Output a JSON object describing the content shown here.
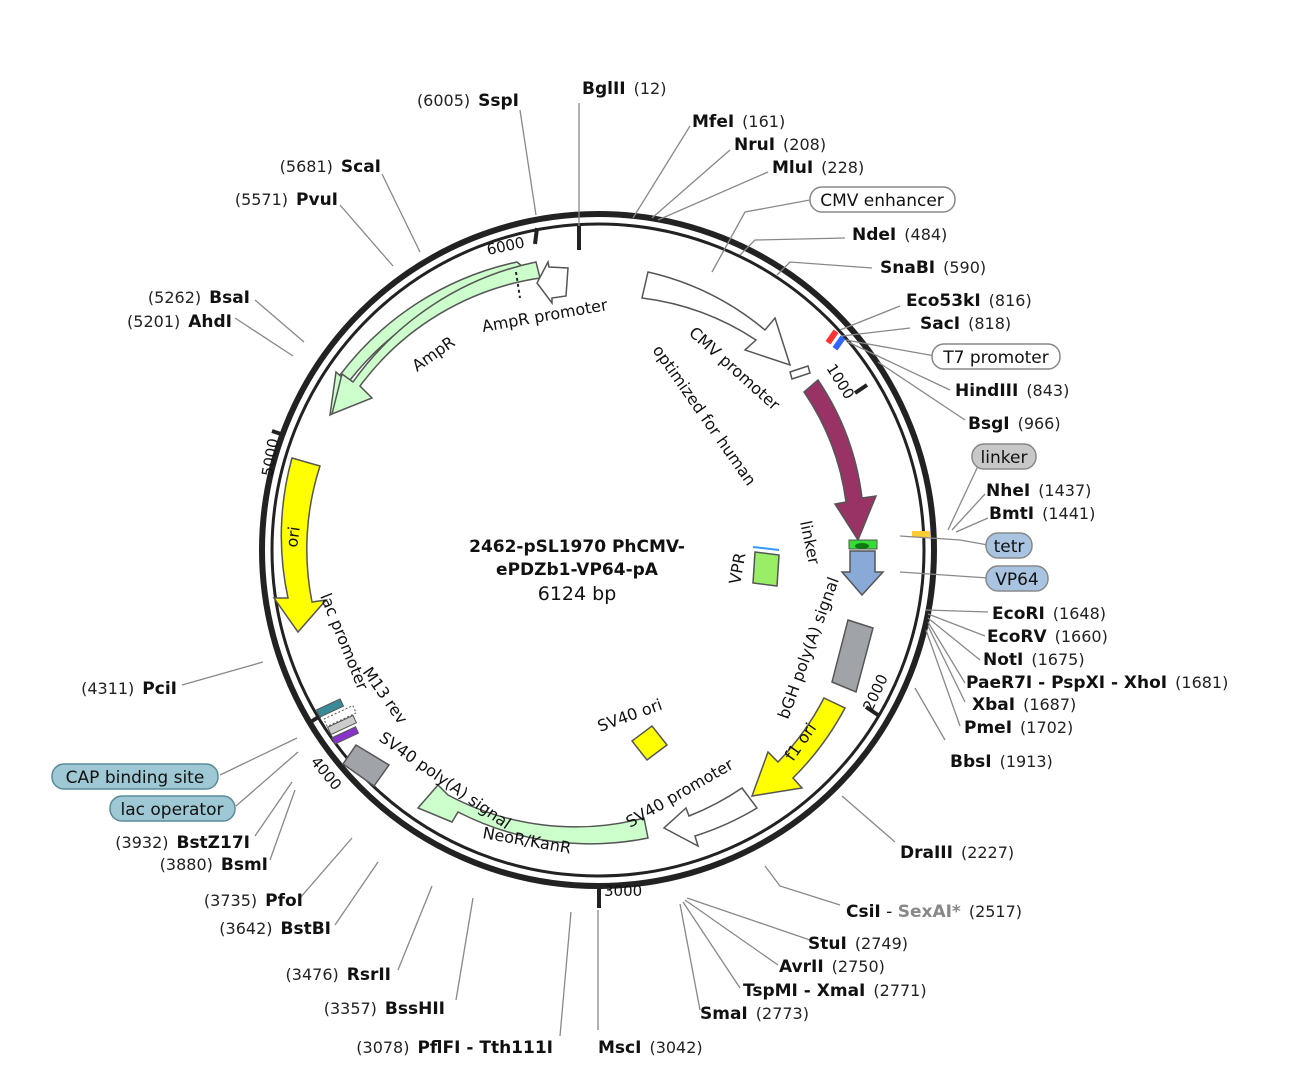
{
  "plasmid": {
    "name_line1": "2462-pSL1970 PhCMV-",
    "name_line2": "ePDZb1-VP64-pA",
    "size": "6124 bp"
  },
  "ticks": [
    "1000",
    "2000",
    "3000",
    "4000",
    "5000",
    "6000"
  ],
  "sites_right": [
    {
      "name": "BglII",
      "pos": "(12)"
    },
    {
      "name": "MfeI",
      "pos": "(161)"
    },
    {
      "name": "NruI",
      "pos": "(208)"
    },
    {
      "name": "MluI",
      "pos": "(228)"
    },
    {
      "name": "NdeI",
      "pos": "(484)"
    },
    {
      "name": "SnaBI",
      "pos": "(590)"
    },
    {
      "name": "Eco53kI",
      "pos": "(816)"
    },
    {
      "name": "SacI",
      "pos": "(818)"
    },
    {
      "name": "HindIII",
      "pos": "(843)"
    },
    {
      "name": "BsgI",
      "pos": "(966)"
    },
    {
      "name": "NheI",
      "pos": "(1437)"
    },
    {
      "name": "BmtI",
      "pos": "(1441)"
    },
    {
      "name": "EcoRI",
      "pos": "(1648)"
    },
    {
      "name": "EcoRV",
      "pos": "(1660)"
    },
    {
      "name": "NotI",
      "pos": "(1675)"
    },
    {
      "name": "PaeR7I - PspXI - XhoI",
      "pos": "(1681)"
    },
    {
      "name": "XbaI",
      "pos": "(1687)"
    },
    {
      "name": "PmeI",
      "pos": "(1702)"
    },
    {
      "name": "BbsI",
      "pos": "(1913)"
    },
    {
      "name": "DraIII",
      "pos": "(2227)"
    },
    {
      "name": "CsiI",
      "sep": " - ",
      "name2": "SexAI*",
      "pos": "(2517)"
    },
    {
      "name": "StuI",
      "pos": "(2749)"
    },
    {
      "name": "AvrII",
      "pos": "(2750)"
    },
    {
      "name": "TspMI - XmaI",
      "pos": "(2771)"
    },
    {
      "name": "SmaI",
      "pos": "(2773)"
    },
    {
      "name": "MscI",
      "pos": "(3042)"
    }
  ],
  "sites_left": [
    {
      "name": "SspI",
      "pos": "(6005)"
    },
    {
      "name": "ScaI",
      "pos": "(5681)"
    },
    {
      "name": "PvuI",
      "pos": "(5571)"
    },
    {
      "name": "BsaI",
      "pos": "(5262)"
    },
    {
      "name": "AhdI",
      "pos": "(5201)"
    },
    {
      "name": "PciI",
      "pos": "(4311)"
    },
    {
      "name": "BstZ17I",
      "pos": "(3932)"
    },
    {
      "name": "BsmI",
      "pos": "(3880)"
    },
    {
      "name": "PfoI",
      "pos": "(3735)"
    },
    {
      "name": "BstBI",
      "pos": "(3642)"
    },
    {
      "name": "RsrII",
      "pos": "(3476)"
    },
    {
      "name": "BssHII",
      "pos": "(3357)"
    },
    {
      "name": "PflFI - Tth111I",
      "pos": "(3078)"
    }
  ],
  "boxed_features": {
    "cmv_enhancer": "CMV enhancer",
    "t7_promoter": "T7 promoter",
    "linker": "linker",
    "tetr": "tetr",
    "vp64": "VP64",
    "cap_site": "CAP binding site",
    "lac_operator": "lac operator"
  },
  "features": {
    "ampr_promoter": "AmpR promoter",
    "ampr": "AmpR",
    "cmv_promoter": "CMV promoter",
    "optimized": "optimized for human",
    "linker_inner": "linker",
    "vpr": "VPR",
    "bgh": "bGH poly(A) signal",
    "f1ori": "f1 ori",
    "sv40_promoter": "SV40 promoter",
    "neor": "NeoR/KanR",
    "sv40_polya": "SV40 poly(A) signal",
    "sv40_ori": "SV40 ori",
    "m13rev": "M13 rev",
    "lac_promoter": "lac promoter",
    "ori": "ori"
  },
  "colors": {
    "backbone": "#222222",
    "ampr_fill": "#ccffcc",
    "cmv_arrow": "#993366",
    "vp64_fill": "#89a9d6",
    "grey_box": "#a0a4a8",
    "yellow": "#ffff00",
    "green_box": "#99ee66",
    "box_blue": "#a9c4e0",
    "box_teal": "#9ec9d4",
    "box_gray": "#c8c8c8"
  }
}
